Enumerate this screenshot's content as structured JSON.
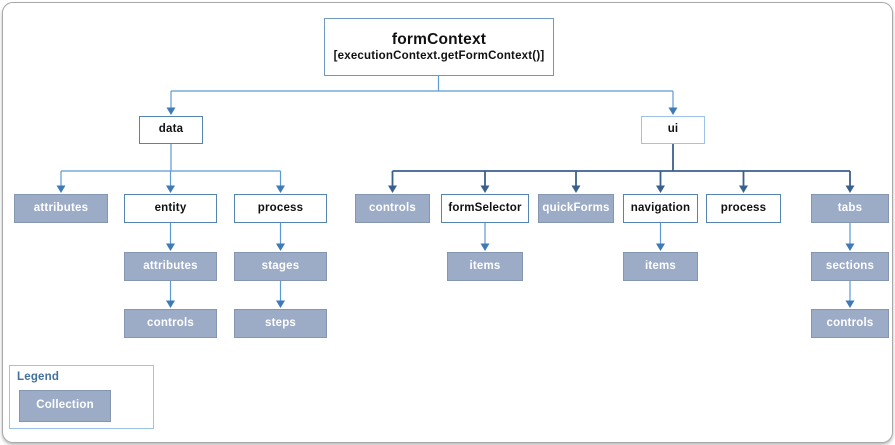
{
  "diagram": {
    "root": {
      "title": "formContext",
      "subtitle": "[executionContext.getFormContext()]"
    },
    "nodes": {
      "data": "data",
      "ui": "ui",
      "data_attributes": "attributes",
      "entity": "entity",
      "data_process": "process",
      "entity_attributes": "attributes",
      "entity_controls": "controls",
      "process_stages": "stages",
      "process_steps": "steps",
      "ui_controls": "controls",
      "ui_formSelector": "formSelector",
      "ui_quickForms": "quickForms",
      "ui_navigation": "navigation",
      "ui_process": "process",
      "ui_tabs": "tabs",
      "formSelector_items": "items",
      "navigation_items": "items",
      "tabs_sections": "sections",
      "sections_controls": "controls"
    }
  },
  "legend": {
    "title": "Legend",
    "items": [
      {
        "label": "Collection",
        "type": "collection"
      }
    ]
  },
  "colors": {
    "collection_fill": "#9cabc6",
    "collection_border": "#8496b0",
    "object_border": "#5584b0",
    "ui_object_border": "#9dc3e6",
    "connector_light": "#5b9bd5",
    "connector_dark": "#3a618e",
    "frame_border": "#a9a9a9",
    "legend_title_color": "#41719c"
  }
}
